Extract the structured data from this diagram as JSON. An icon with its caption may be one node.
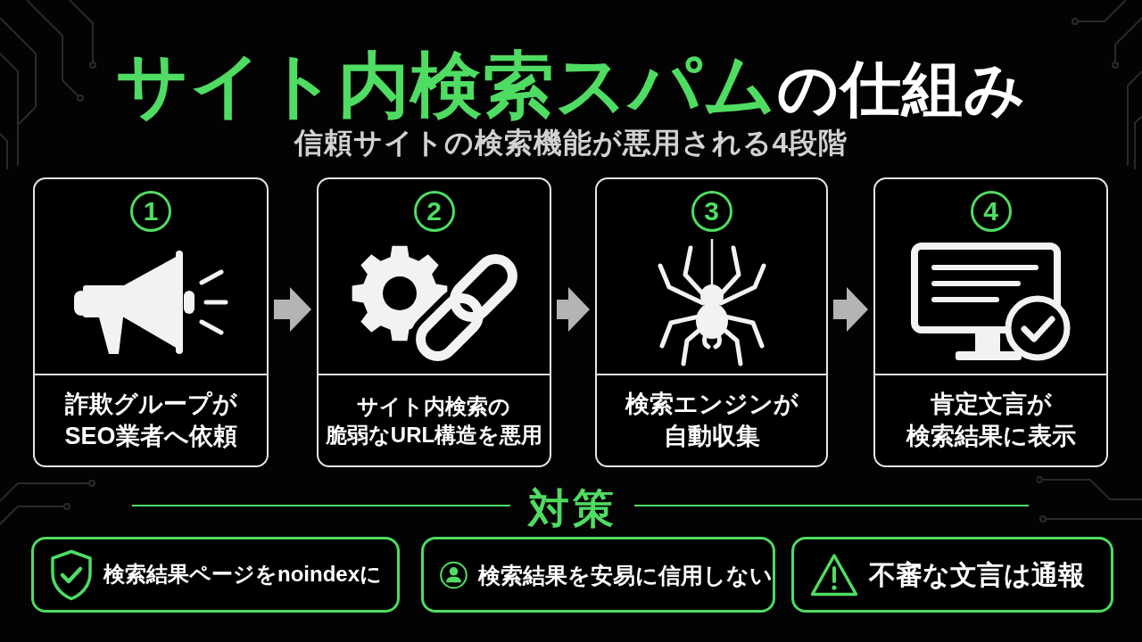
{
  "diagram": {
    "title": "**サイト内検索スパム**の仕組み",
    "nodes": [
      {
        "text": [
          "1",
          "詐欺グループがSEO業者へ依頼"
        ]
      },
      {
        "text": [
          "2",
          "サイト内検索の脆弱なURL構造を悪用"
        ]
      },
      {
        "text": [
          "3",
          "検索エンジンが自動収集"
        ]
      },
      {
        "text": [
          "4",
          "肯定文言が検索結果に表示"
        ]
      },
      {
        "text": [
          "検索結果ページをnoindexに"
        ]
      },
      {
        "text": [
          "検索結果を安易に信用しない"
        ]
      },
      {
        "text": [
          "不審な文言は通報"
        ]
      }
    ],
    "edges": [
      {
        "from": 0,
        "to": 1,
        "arrow": "to"
      },
      {
        "from": 1,
        "to": 2,
        "arrow": "to"
      },
      {
        "from": 2,
        "to": 3,
        "arrow": "to"
      }
    ],
    "labels": [
      "信頼サイトの検索機能が悪用される4段階",
      "対策"
    ]
  }
}
